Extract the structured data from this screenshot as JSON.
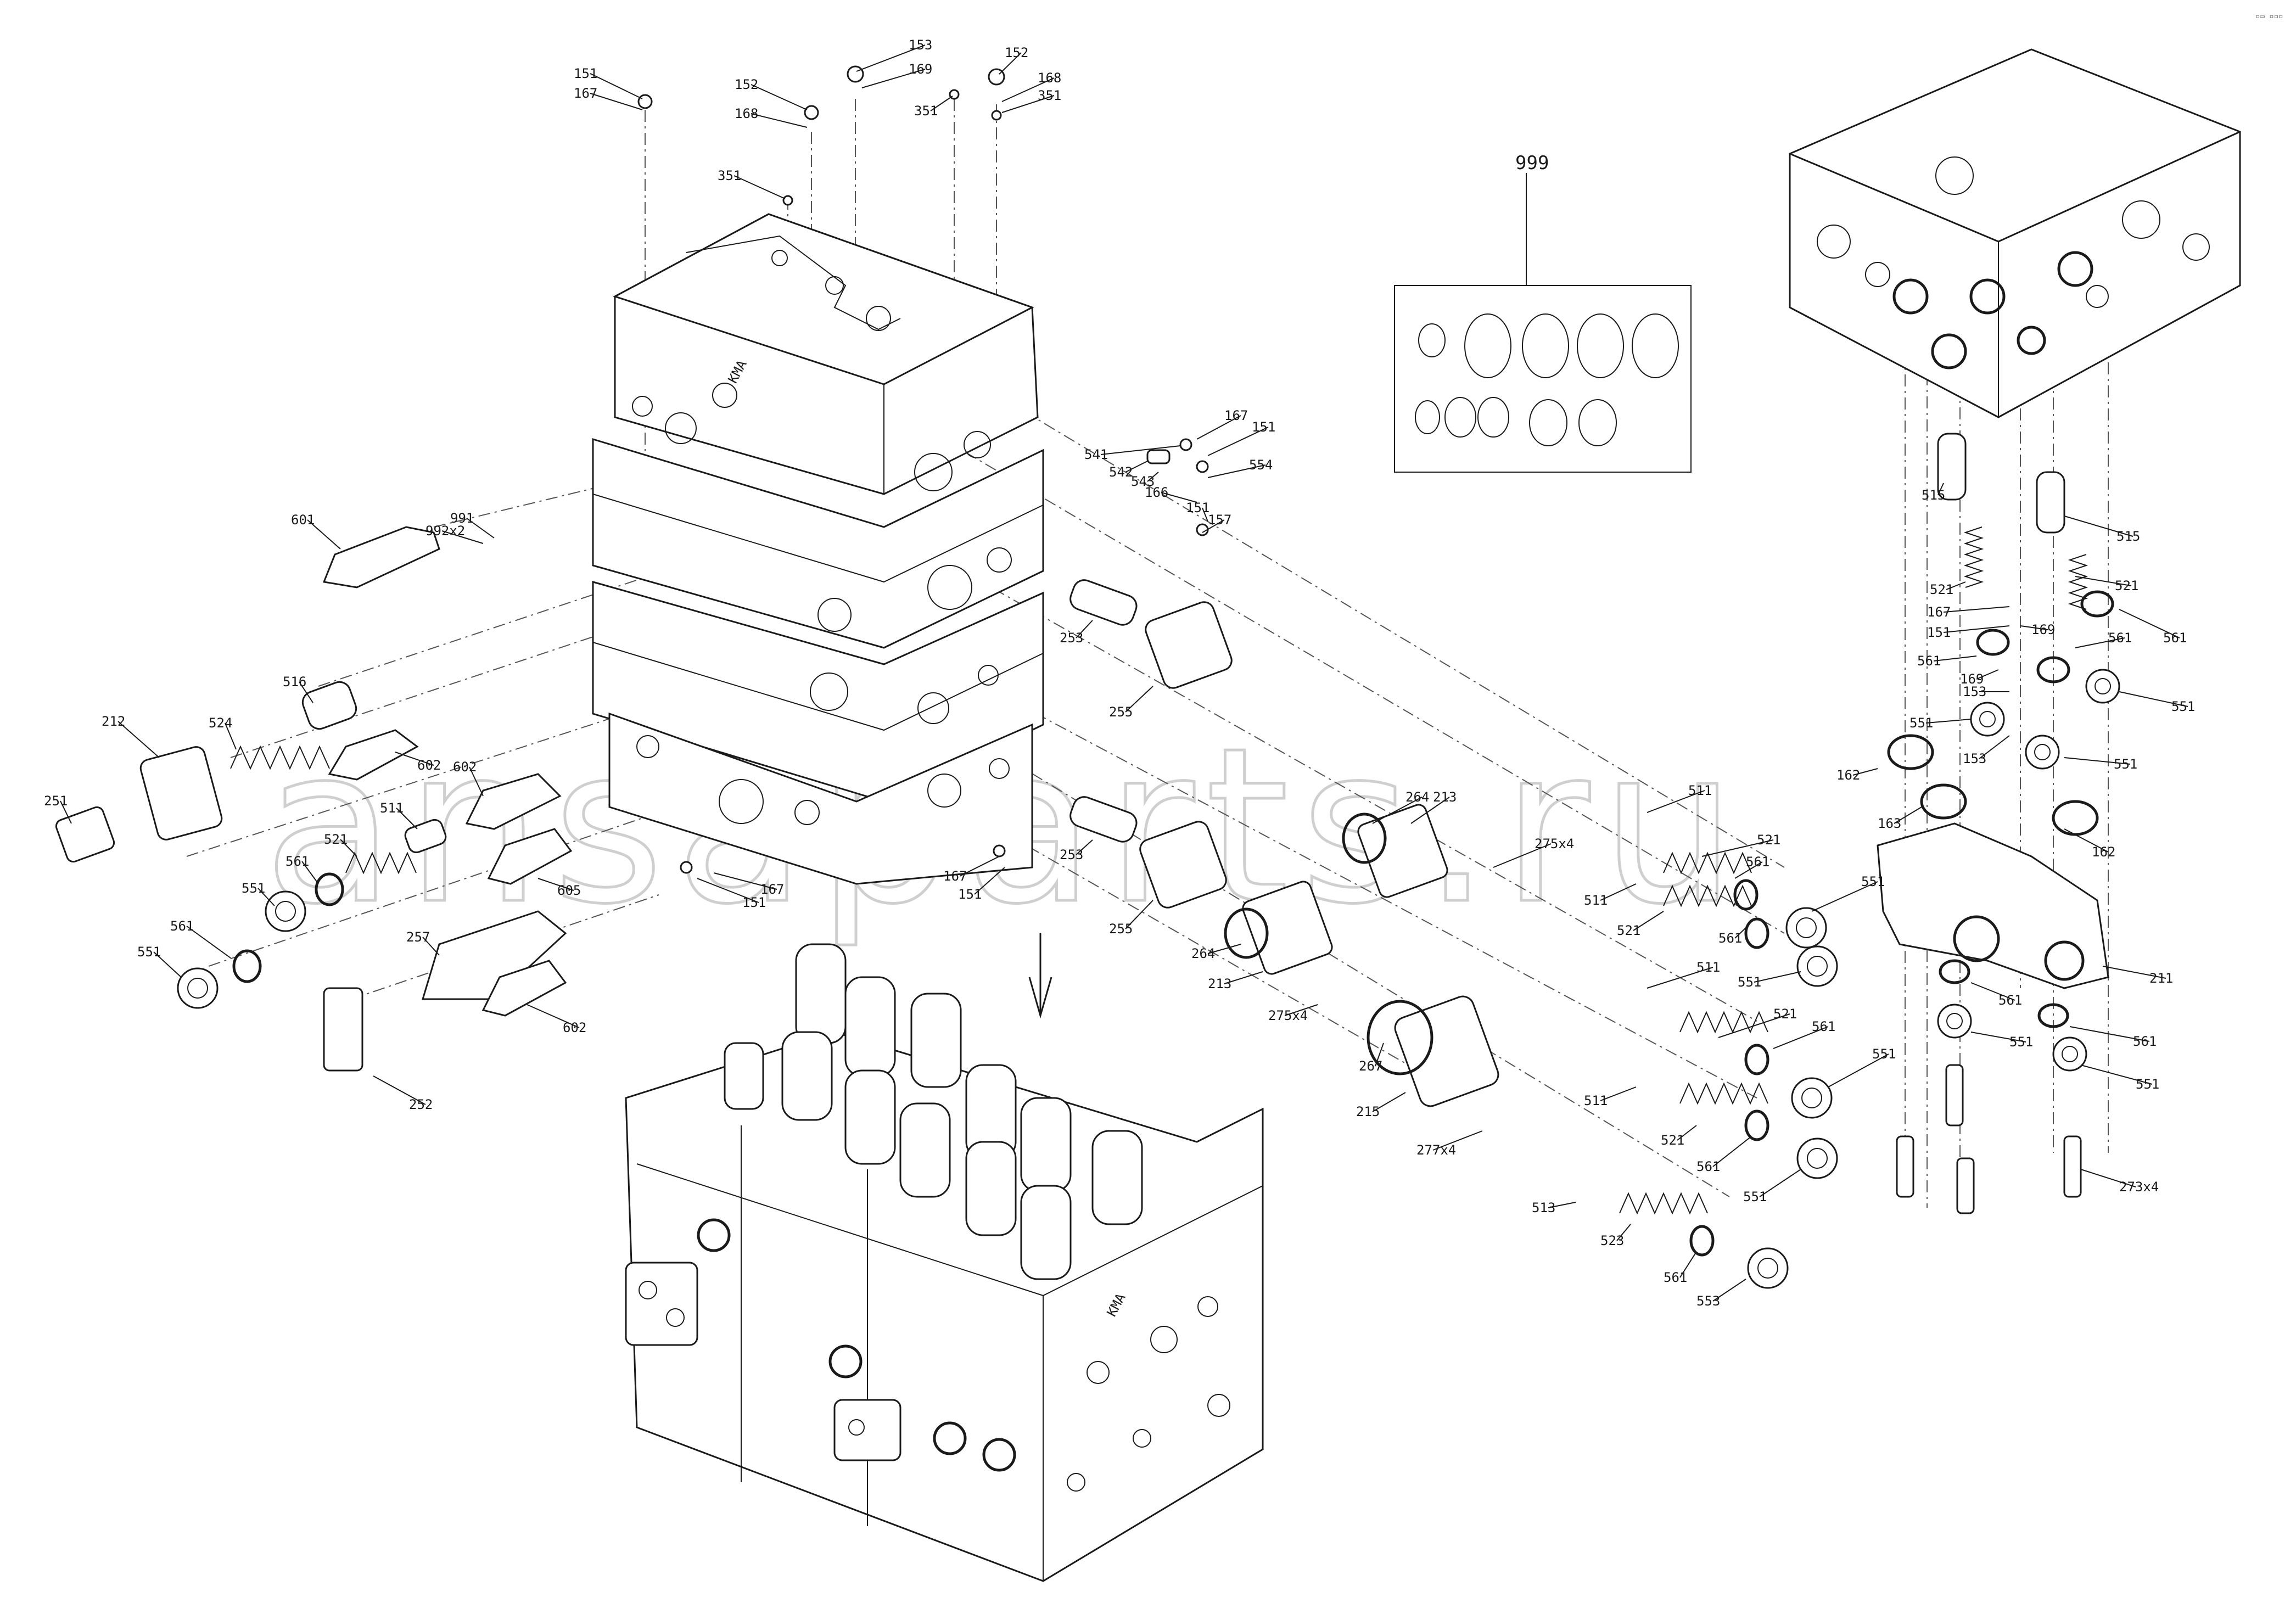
{
  "watermark": "ansaparts.ru",
  "corner_mark": "▫▭ ▫▫▫",
  "kit_label": "999",
  "rotated_label": "KMA",
  "labels": [
    {
      "id": "151",
      "text": "151"
    },
    {
      "id": "167",
      "text": "167"
    },
    {
      "id": "152",
      "text": "152"
    },
    {
      "id": "168",
      "text": "168"
    },
    {
      "id": "153",
      "text": "153"
    },
    {
      "id": "169",
      "text": "169"
    },
    {
      "id": "351",
      "text": "351"
    },
    {
      "id": "152b",
      "text": "152"
    },
    {
      "id": "168b",
      "text": "168"
    },
    {
      "id": "351b",
      "text": "351"
    },
    {
      "id": "351c",
      "text": "351"
    },
    {
      "id": "541",
      "text": "541"
    },
    {
      "id": "542",
      "text": "542"
    },
    {
      "id": "543",
      "text": "543"
    },
    {
      "id": "167b",
      "text": "167"
    },
    {
      "id": "151b",
      "text": "151"
    },
    {
      "id": "554",
      "text": "554"
    },
    {
      "id": "166",
      "text": "166"
    },
    {
      "id": "151c",
      "text": "151"
    },
    {
      "id": "157",
      "text": "157"
    },
    {
      "id": "601",
      "text": "601"
    },
    {
      "id": "991",
      "text": "991"
    },
    {
      "id": "992",
      "text": "992x2"
    },
    {
      "id": "253",
      "text": "253"
    },
    {
      "id": "255",
      "text": "255"
    },
    {
      "id": "516",
      "text": "516"
    },
    {
      "id": "524",
      "text": "524"
    },
    {
      "id": "212",
      "text": "212"
    },
    {
      "id": "251",
      "text": "251"
    },
    {
      "id": "602a",
      "text": "602"
    },
    {
      "id": "602b",
      "text": "602"
    },
    {
      "id": "511a",
      "text": "511"
    },
    {
      "id": "521a",
      "text": "521"
    },
    {
      "id": "561a",
      "text": "561"
    },
    {
      "id": "551a",
      "text": "551"
    },
    {
      "id": "605",
      "text": "605"
    },
    {
      "id": "167c",
      "text": "167"
    },
    {
      "id": "151d",
      "text": "151"
    },
    {
      "id": "167d",
      "text": "167"
    },
    {
      "id": "151e",
      "text": "151"
    },
    {
      "id": "561b",
      "text": "561"
    },
    {
      "id": "551b",
      "text": "551"
    },
    {
      "id": "257",
      "text": "257"
    },
    {
      "id": "602c",
      "text": "602"
    },
    {
      "id": "252",
      "text": "252"
    },
    {
      "id": "253b",
      "text": "253"
    },
    {
      "id": "255b",
      "text": "255"
    },
    {
      "id": "264a",
      "text": "264"
    },
    {
      "id": "213a",
      "text": "213"
    },
    {
      "id": "275a",
      "text": "275x4"
    },
    {
      "id": "264b",
      "text": "264"
    },
    {
      "id": "213b",
      "text": "213"
    },
    {
      "id": "275b",
      "text": "275x4"
    },
    {
      "id": "267",
      "text": "267"
    },
    {
      "id": "215",
      "text": "215"
    },
    {
      "id": "277",
      "text": "277x4"
    },
    {
      "id": "511b",
      "text": "511"
    },
    {
      "id": "511c",
      "text": "511"
    },
    {
      "id": "521b",
      "text": "521"
    },
    {
      "id": "521c",
      "text": "521"
    },
    {
      "id": "561c",
      "text": "561"
    },
    {
      "id": "561d",
      "text": "561"
    },
    {
      "id": "551c",
      "text": "551"
    },
    {
      "id": "551d",
      "text": "551"
    },
    {
      "id": "511d",
      "text": "511"
    },
    {
      "id": "521d",
      "text": "521"
    },
    {
      "id": "561e",
      "text": "561"
    },
    {
      "id": "551e",
      "text": "551"
    },
    {
      "id": "511e",
      "text": "511"
    },
    {
      "id": "521e",
      "text": "521"
    },
    {
      "id": "561f",
      "text": "561"
    },
    {
      "id": "551f",
      "text": "551"
    },
    {
      "id": "513",
      "text": "513"
    },
    {
      "id": "523",
      "text": "523"
    },
    {
      "id": "561g",
      "text": "561"
    },
    {
      "id": "553",
      "text": "553"
    },
    {
      "id": "515a",
      "text": "515"
    },
    {
      "id": "515b",
      "text": "515"
    },
    {
      "id": "521f",
      "text": "521"
    },
    {
      "id": "521g",
      "text": "521"
    },
    {
      "id": "167e",
      "text": "167"
    },
    {
      "id": "561h",
      "text": "561"
    },
    {
      "id": "151f",
      "text": "151"
    },
    {
      "id": "169b",
      "text": "169"
    },
    {
      "id": "561i",
      "text": "561"
    },
    {
      "id": "561j",
      "text": "561"
    },
    {
      "id": "169c",
      "text": "169"
    },
    {
      "id": "153b",
      "text": "153"
    },
    {
      "id": "551g",
      "text": "551"
    },
    {
      "id": "551h",
      "text": "551"
    },
    {
      "id": "153c",
      "text": "153"
    },
    {
      "id": "551i",
      "text": "551"
    },
    {
      "id": "162a",
      "text": "162"
    },
    {
      "id": "163",
      "text": "163"
    },
    {
      "id": "162b",
      "text": "162"
    },
    {
      "id": "211",
      "text": "211"
    },
    {
      "id": "561k",
      "text": "561"
    },
    {
      "id": "551j",
      "text": "551"
    },
    {
      "id": "561l",
      "text": "561"
    },
    {
      "id": "551k",
      "text": "551"
    },
    {
      "id": "273",
      "text": "273x4"
    }
  ]
}
